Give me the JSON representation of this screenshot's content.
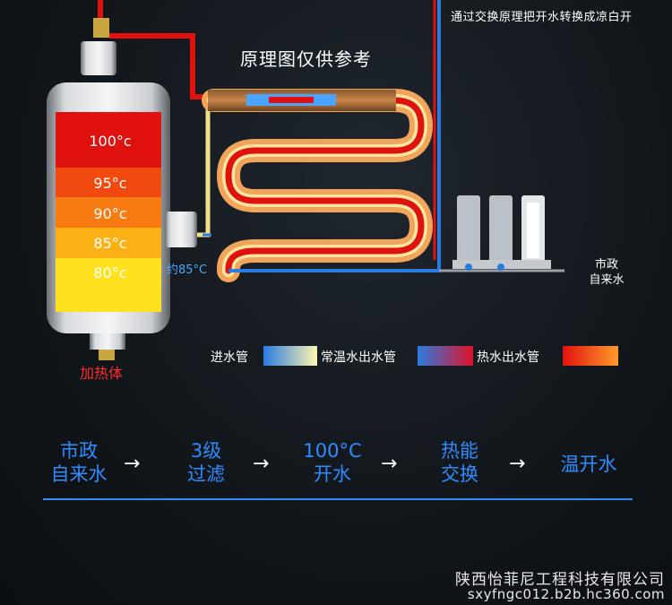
{
  "header": {
    "note": "通过交换原理把开水转换成凉白开",
    "title": "原理图仅供参考"
  },
  "tank": {
    "levels": [
      "100°c",
      "95°c",
      "90°c",
      "85°c",
      "80°c"
    ],
    "level_colors": [
      "#e0120f",
      "#f04a10",
      "#f77a12",
      "#fbb016",
      "#ffe11f"
    ],
    "outlet_temp": "约85°C",
    "heater_label": "加热体"
  },
  "source_label": [
    "市政",
    "自来水"
  ],
  "legend": {
    "inlet": "进水管",
    "normal": "常温水出水管",
    "hot": "热水出水管"
  },
  "process": [
    {
      "line1": "市政",
      "line2": "自来水"
    },
    {
      "line1": "3级",
      "line2": "过滤"
    },
    {
      "line1": "100°C",
      "line2": "开水"
    },
    {
      "line1": "热能",
      "line2": "交换"
    },
    {
      "line1": "温开水",
      "line2": ""
    }
  ],
  "process_arrow": "→",
  "footer": {
    "company": "陕西怡菲尼工程科技有限公司",
    "site": "sxyfngc012.b2b.hc360.com"
  },
  "colors": {
    "inlet": "#2a7be0",
    "hot": "#e0120f",
    "accent": "#2f8cff"
  }
}
